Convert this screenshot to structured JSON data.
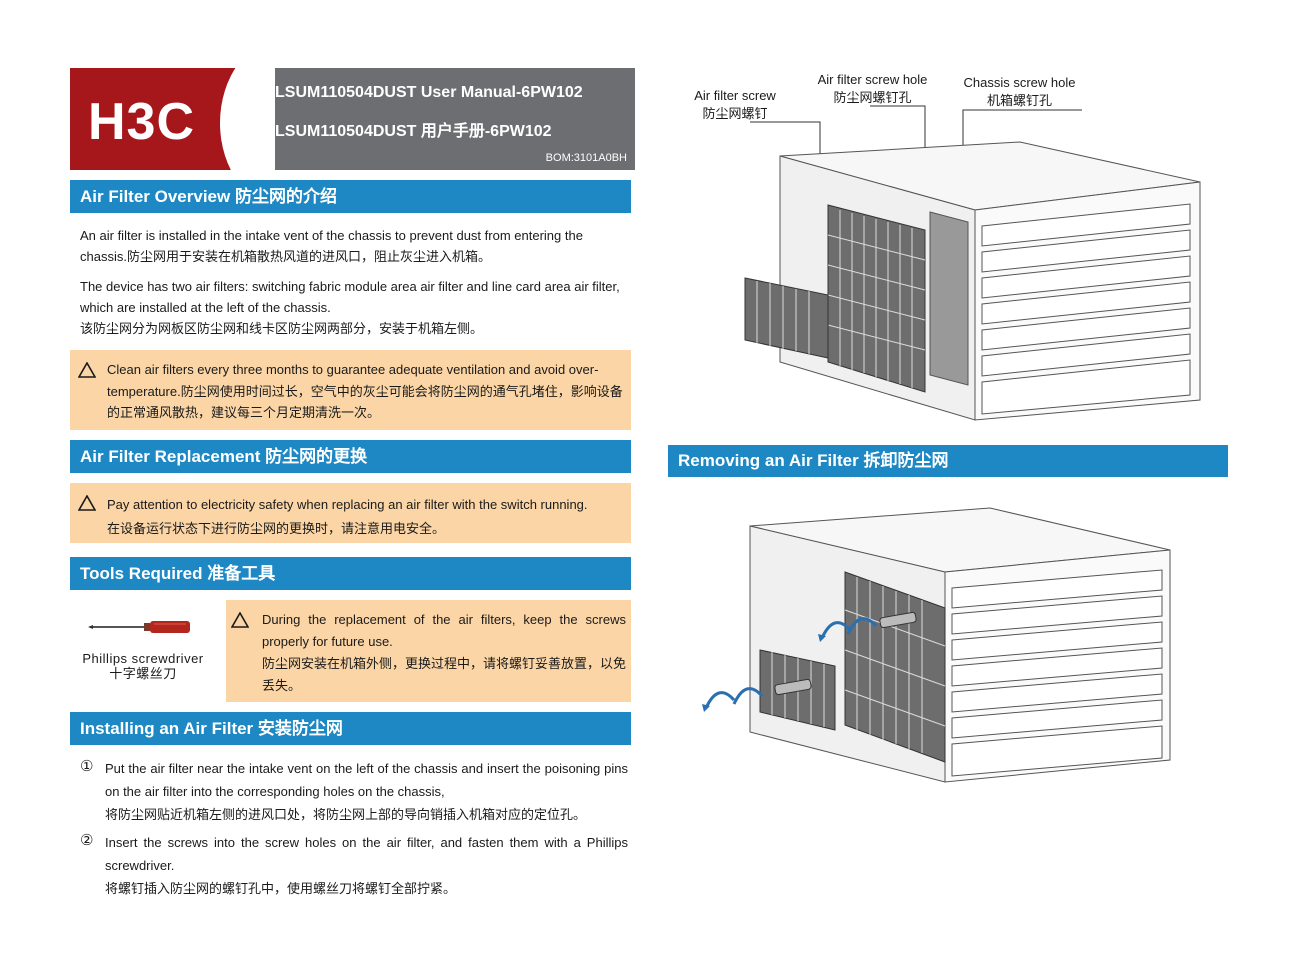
{
  "header": {
    "logo": "H3C",
    "title_en": "LSUM110504DUST User Manual-6PW102",
    "title_cn": "LSUM110504DUST 用户手册-6PW102",
    "bom": "BOM:3101A0BH"
  },
  "sections": {
    "overview": {
      "title": "Air Filter Overview  防尘网的介绍",
      "para1": "An air filter is installed in the intake vent of the chassis to prevent dust from entering the chassis.防尘网用于安装在机箱散热风道的进风口，阻止灰尘进入机箱。",
      "para2_en": "The device has two air filters: switching fabric module area air filter and line card area air filter, which are installed at the left of the chassis.",
      "para2_cn": "该防尘网分为网板区防尘网和线卡区防尘网两部分，安装于机箱左侧。",
      "note": "Clean air filters every three months to guarantee adequate ventilation and avoid over-temperature.防尘网使用时间过长，空气中的灰尘可能会将防尘网的通气孔堵住，影响设备的正常通风散热，建议每三个月定期清洗一次。"
    },
    "replacement": {
      "title": "Air Filter Replacement 防尘网的更换",
      "note_en": "Pay attention to electricity safety when replacing an air filter with the switch running.",
      "note_cn": "在设备运行状态下进行防尘网的更换时，请注意用电安全。"
    },
    "tools": {
      "title": "Tools Required 准备工具",
      "tool_en": "Phillips screwdriver",
      "tool_cn": "十字螺丝刀",
      "note_en": "During the replacement of the air filters, keep the screws properly for future use.",
      "note_cn": "防尘网安装在机箱外侧，更换过程中，请将螺钉妥善放置，以免丢失。"
    },
    "installing": {
      "title": "Installing an Air Filter 安装防尘网",
      "steps": [
        {
          "num": "①",
          "en": "Put the air filter near the intake vent on the left of the chassis and insert the poisoning pins on the air filter into the corresponding holes on the chassis,",
          "cn": "将防尘网贴近机箱左侧的进风口处，将防尘网上部的导向销插入机箱对应的定位孔。"
        },
        {
          "num": "②",
          "en": "Insert the screws into the screw holes on the air filter, and fasten them with a Phillips screwdriver.",
          "cn": "将螺钉插入防尘网的螺钉孔中，使用螺丝刀将螺钉全部拧紧。"
        }
      ]
    },
    "removing": {
      "title": "Removing an Air Filter 拆卸防尘网"
    }
  },
  "callouts": {
    "screw_en": "Air filter screw",
    "screw_cn": "防尘网螺钉",
    "hole_en": "Air filter screw hole",
    "hole_cn": "防尘网螺钉孔",
    "chassis_en": "Chassis screw hole",
    "chassis_cn": "机箱螺钉孔"
  },
  "colors": {
    "brand_red": "#a6171c",
    "header_gray": "#6d6e71",
    "section_blue": "#1d88c4",
    "note_orange": "#fbd5a5"
  }
}
